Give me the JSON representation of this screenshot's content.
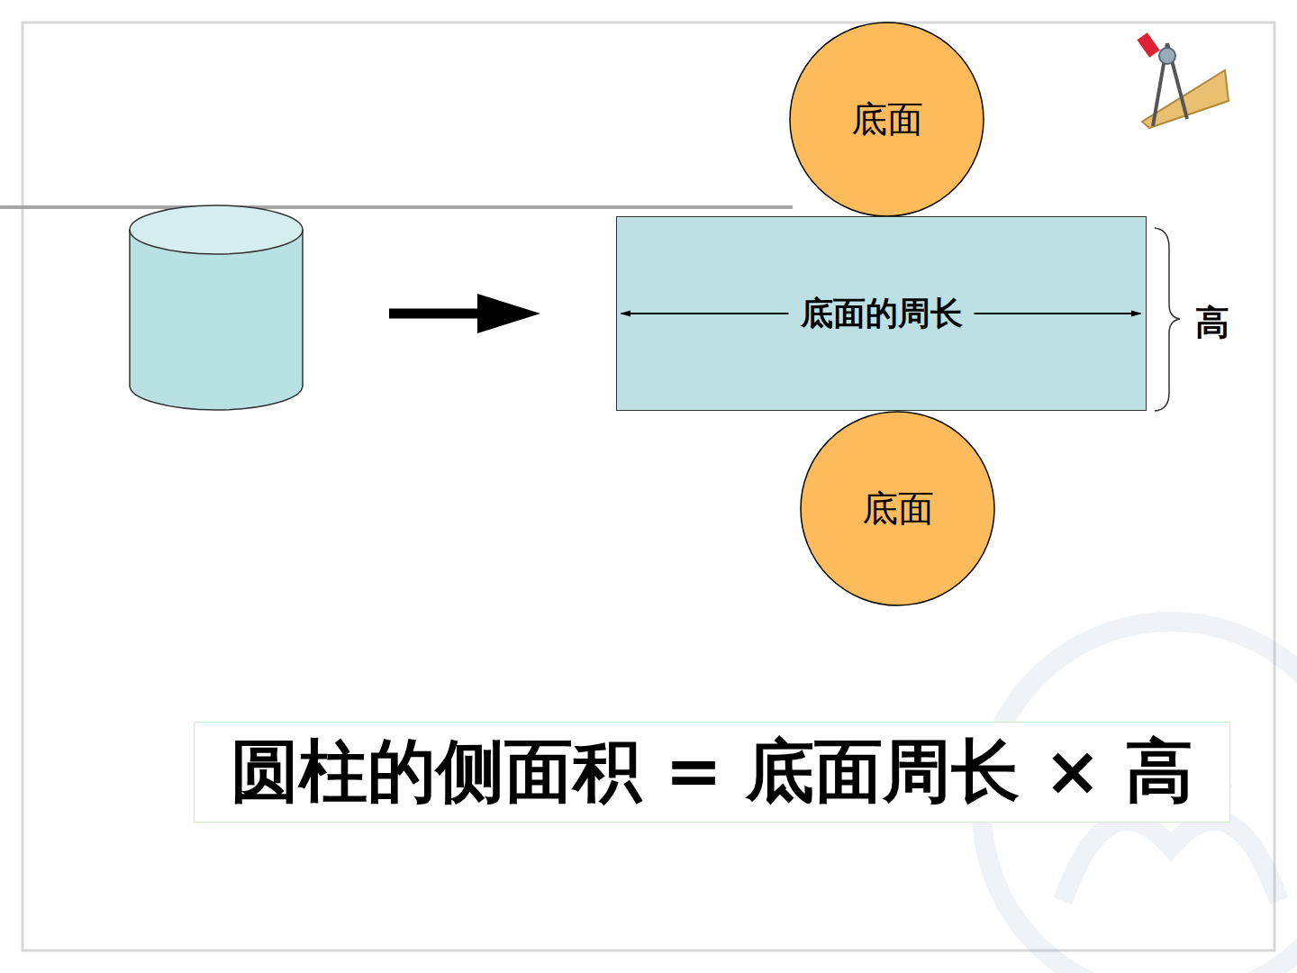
{
  "diagram": {
    "nodes": [
      {
        "text": [
          "底面"
        ]
      },
      {
        "text": [
          "底面的周长"
        ]
      },
      {
        "text": [
          "底面"
        ]
      },
      {
        "text": [
          "圆柱的侧面积 = 底面周长 × 高"
        ]
      }
    ],
    "labels": [
      "高"
    ]
  }
}
